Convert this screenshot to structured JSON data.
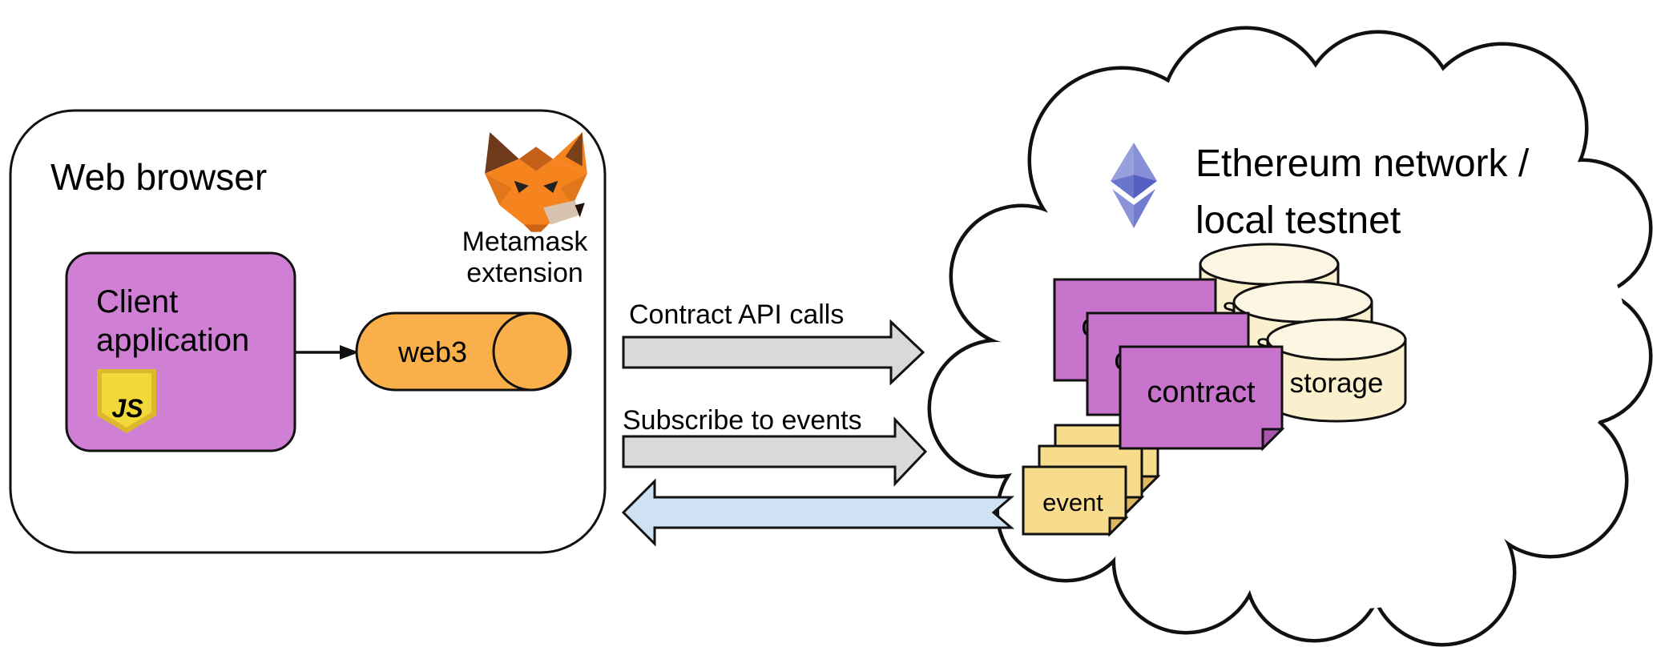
{
  "browser": {
    "title": "Web browser",
    "client_app": {
      "line1": "Client",
      "line2": "application",
      "icon": "javascript-badge-icon",
      "js_text": "JS"
    },
    "web3_label": "web3",
    "metamask": {
      "line1": "Metamask",
      "line2": "extension",
      "icon": "metamask-fox-icon"
    }
  },
  "flows": {
    "to_network": [
      {
        "label": "Contract API calls",
        "direction": "right"
      },
      {
        "label": "Subscribe to events",
        "direction": "right"
      }
    ],
    "from_network": {
      "direction": "left",
      "description": "event-return-arrow"
    }
  },
  "network": {
    "icon": "ethereum-diamond-icon",
    "title_line1": "Ethereum network /",
    "title_line2": "local testnet",
    "contracts": {
      "label": "contract",
      "count": 3
    },
    "storage": {
      "label": "storage",
      "count": 3
    },
    "events": {
      "label": "event",
      "count": 3
    }
  },
  "colors": {
    "client_box": "#cf80d4",
    "contract_card": "#c873cc",
    "contract_fold": "#a855ad",
    "web3_pill": "#f9b04b",
    "request_arrow": "#d9d9d9",
    "event_arrow": "#cfe2f3",
    "storage_body": "#faf0cd",
    "storage_top": "#fdf6e2",
    "event_card": "#f8dc8e",
    "event_fold": "#dfb95e"
  }
}
